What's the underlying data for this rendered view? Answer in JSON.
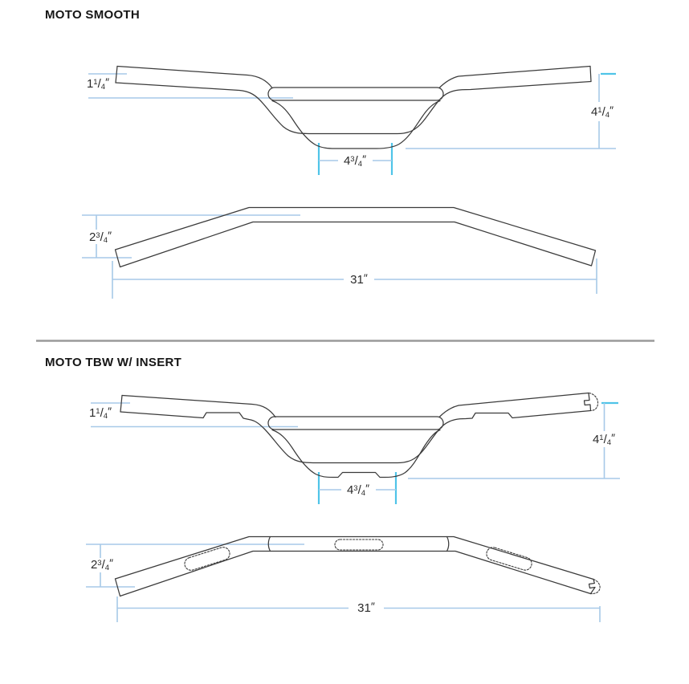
{
  "sections": [
    {
      "title": "MOTO SMOOTH",
      "front": {
        "rise": {
          "whole": "1",
          "num": "1",
          "slash": "/",
          "den": "4",
          "unit": "″"
        },
        "height": {
          "whole": "4",
          "num": "1",
          "slash": "/",
          "den": "4",
          "unit": "″"
        },
        "clamp": {
          "whole": "4",
          "num": "3",
          "slash": "/",
          "den": "4",
          "unit": "″"
        }
      },
      "top": {
        "sweep": {
          "whole": "2",
          "num": "3",
          "slash": "/",
          "den": "4",
          "unit": "″"
        },
        "width": {
          "whole": "31",
          "num": "",
          "slash": "",
          "den": "",
          "unit": "″"
        }
      }
    },
    {
      "title": "MOTO TBW W/ INSERT",
      "front": {
        "rise": {
          "whole": "1",
          "num": "1",
          "slash": "/",
          "den": "4",
          "unit": "″"
        },
        "height": {
          "whole": "4",
          "num": "1",
          "slash": "/",
          "den": "4",
          "unit": "″"
        },
        "clamp": {
          "whole": "4",
          "num": "3",
          "slash": "/",
          "den": "4",
          "unit": "″"
        }
      },
      "top": {
        "sweep": {
          "whole": "2",
          "num": "3",
          "slash": "/",
          "den": "4",
          "unit": "″"
        },
        "width": {
          "whole": "31",
          "num": "",
          "slash": "",
          "den": "",
          "unit": "″"
        }
      }
    }
  ],
  "colors": {
    "outline_gray": "#3b3b3b",
    "dimension_blue": "#a7c9e8",
    "tick_cyan": "#4fc4e8",
    "divider_gray": "#9a9a9a"
  }
}
